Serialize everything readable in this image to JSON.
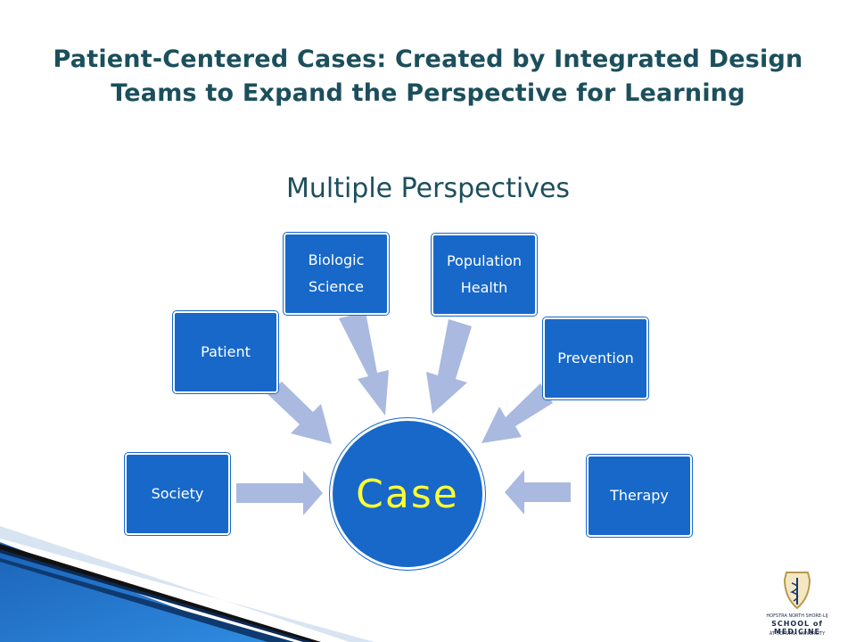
{
  "slide": {
    "title_line1": "Patient-Centered Cases: Created by Integrated Design",
    "title_line2": "Teams to Expand the Perspective for Learning",
    "subtitle": "Multiple Perspectives"
  },
  "diagram": {
    "center": "Case",
    "perspectives": {
      "society": "Society",
      "patient": "Patient",
      "biologic_line1": "Biologic",
      "biologic_line2": "Science",
      "population_line1": "Population",
      "population_line2": "Health",
      "prevention": "Prevention",
      "therapy": "Therapy"
    }
  },
  "logo": {
    "line1": "HOFSTRA NORTH SHORE-LIJ",
    "line2": "SCHOOL of MEDICINE",
    "line3": "AT HOFSTRA UNIVERSITY"
  },
  "colors": {
    "box_fill": "#1768c9",
    "arrow_fill": "#a9b9df",
    "center_text": "#ffff33",
    "title_text": "#1b4f5c"
  }
}
